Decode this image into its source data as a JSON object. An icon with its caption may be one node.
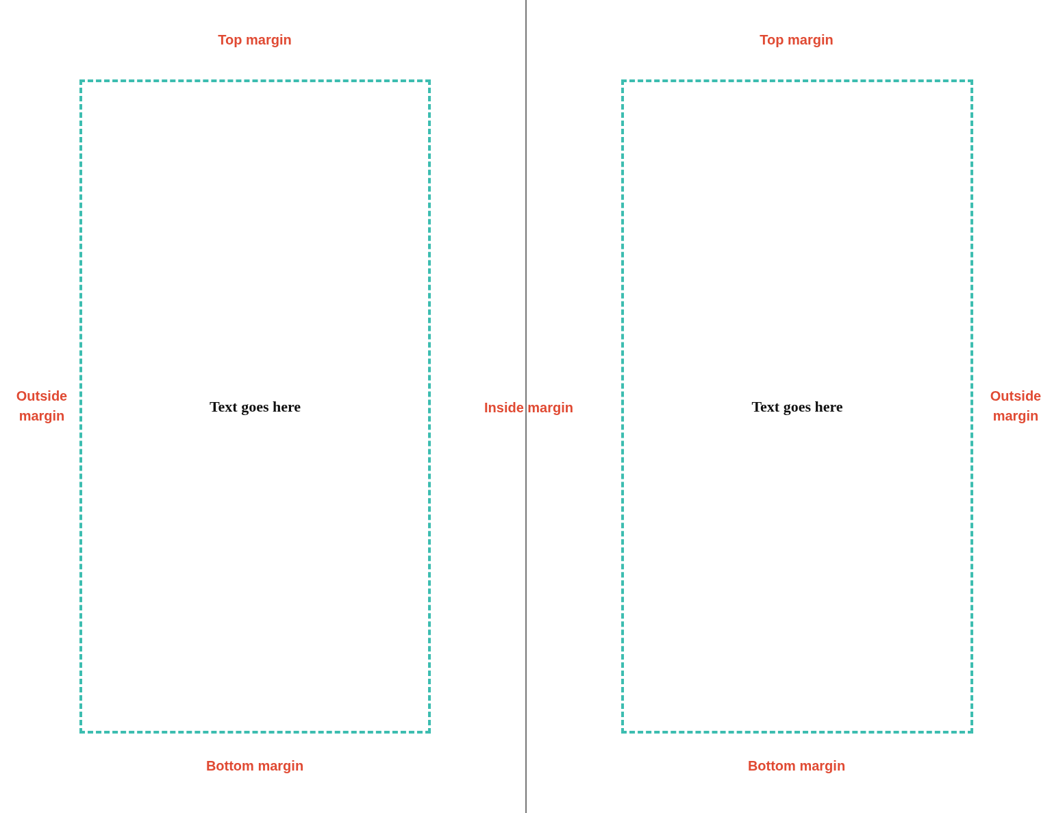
{
  "diagram": {
    "nodes": [
      {
        "text": [
          "Text goes here"
        ]
      },
      {
        "text": [
          "Text goes here"
        ]
      }
    ],
    "labels": [
      "Top margin",
      "Top margin",
      "Outside margin",
      "Inside margin",
      "Outside margin",
      "Bottom margin",
      "Bottom margin"
    ]
  }
}
